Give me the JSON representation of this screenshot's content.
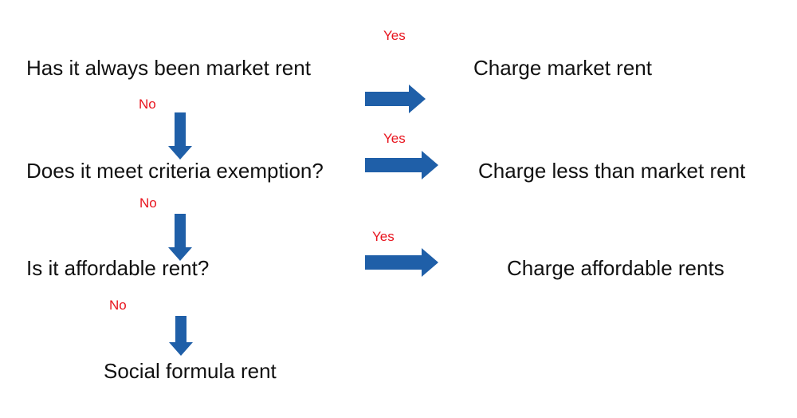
{
  "colors": {
    "background": "#ffffff",
    "text": "#111111",
    "label": "#e8141e",
    "arrow": "#1f5fa8"
  },
  "questions": [
    "Has it always been market rent",
    "Does it meet criteria exemption?",
    "Is it affordable rent?"
  ],
  "outcomes": [
    "Charge market rent",
    "Charge less than market rent",
    "Charge affordable rents"
  ],
  "final": "Social formula rent",
  "labels": {
    "yes": [
      "Yes",
      "Yes",
      "Yes"
    ],
    "no": [
      "No",
      "No",
      "No"
    ]
  },
  "icons": {
    "right_arrow": "right-arrow-icon",
    "down_arrow": "down-arrow-icon"
  }
}
